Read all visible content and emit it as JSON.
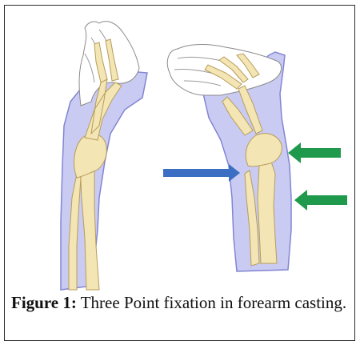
{
  "figure": {
    "label": "Figure 1:",
    "caption": "Three Point fixation in forearm casting.",
    "colors": {
      "cast": "#c8c9f2",
      "cast_edge": "#7c7fd0",
      "bone": "#f3e6b4",
      "bone_edge": "#b79c5a",
      "blue_arrow": "#3a6fc4",
      "green_arrow": "#1f9a4d"
    },
    "arrows": [
      {
        "name": "blue-force-arrow",
        "direction": "right"
      },
      {
        "name": "green-force-arrow-upper",
        "direction": "left"
      },
      {
        "name": "green-force-arrow-lower",
        "direction": "left"
      }
    ]
  }
}
